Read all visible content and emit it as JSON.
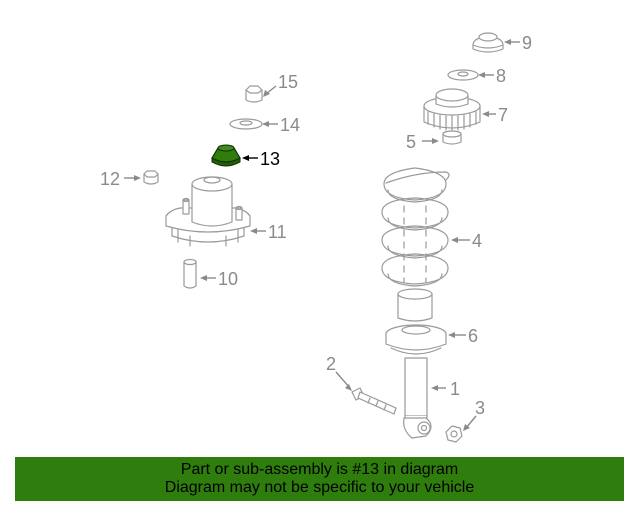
{
  "diagram": {
    "highlighted_part": "13",
    "highlight_color": "#2f7d0d",
    "line_color": "#9a9a9a",
    "callouts": [
      "1",
      "2",
      "3",
      "4",
      "5",
      "6",
      "7",
      "8",
      "9",
      "10",
      "11",
      "12",
      "13",
      "14",
      "15"
    ]
  },
  "banner": {
    "line1": "Part or sub-assembly is #13 in diagram",
    "line2": "Diagram may not be specific to your vehicle",
    "background": "#2f7d0d"
  }
}
